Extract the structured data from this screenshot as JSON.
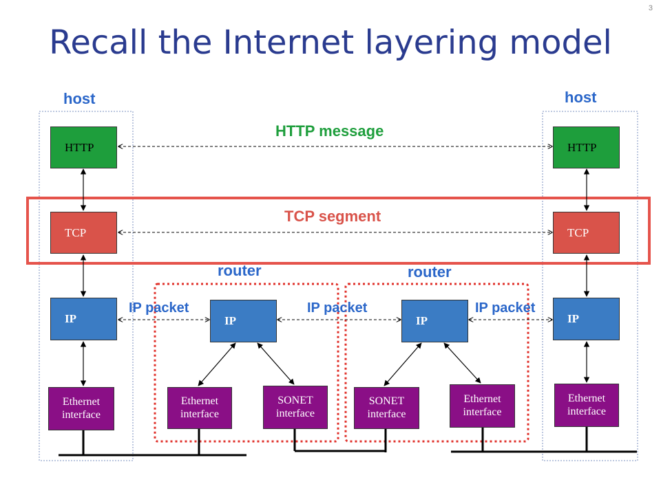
{
  "slide": {
    "title": "Recall the Internet layering model",
    "page_number": "3"
  },
  "colors": {
    "http": "#1e9e3c",
    "tcp": "#d9534a",
    "ip": "#3b7cc4",
    "interface": "#8a0f86",
    "caption_blue": "#2a66c9",
    "router_border": "#e0302a"
  },
  "labels": {
    "host_left": "host",
    "host_right": "host",
    "router_left": "router",
    "router_right": "router",
    "http_message": "HTTP message",
    "tcp_segment": "TCP segment",
    "ip_packet_1": "IP packet",
    "ip_packet_2": "IP packet",
    "ip_packet_3": "IP packet"
  },
  "nodes": {
    "host_left_http": "HTTP",
    "host_left_tcp": "TCP",
    "host_left_ip": "IP",
    "host_left_eth": "Ethernet\ninterface",
    "router1_ip": "IP",
    "router1_eth": "Ethernet\ninterface",
    "router1_sonet": "SONET\ninterface",
    "router2_ip": "IP",
    "router2_sonet": "SONET\ninterface",
    "router2_eth": "Ethernet\ninterface",
    "host_right_http": "HTTP",
    "host_right_tcp": "TCP",
    "host_right_ip": "IP",
    "host_right_eth": "Ethernet\ninterface"
  }
}
